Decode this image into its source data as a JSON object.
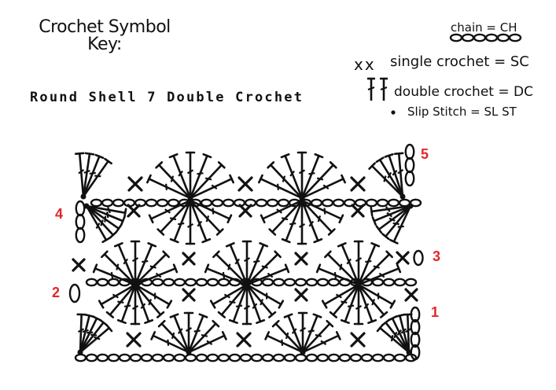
{
  "key_title": [
    "Crochet Symbol",
    "Key:"
  ],
  "pattern_title": "Round Shell 7 Double Crochet",
  "legend": {
    "chain": "chain = CH",
    "single_crochet": "single crochet = SC",
    "double_crochet": "double crochet = DC",
    "slip_stitch": "Slip Stitch = SL ST",
    "single_crochet_symbol": "xx"
  },
  "row_numbers": [
    "1",
    "2",
    "3",
    "4",
    "5"
  ],
  "colors": {
    "ink": "#111111",
    "row_number": "#e3262b",
    "background": "#ffffff"
  }
}
